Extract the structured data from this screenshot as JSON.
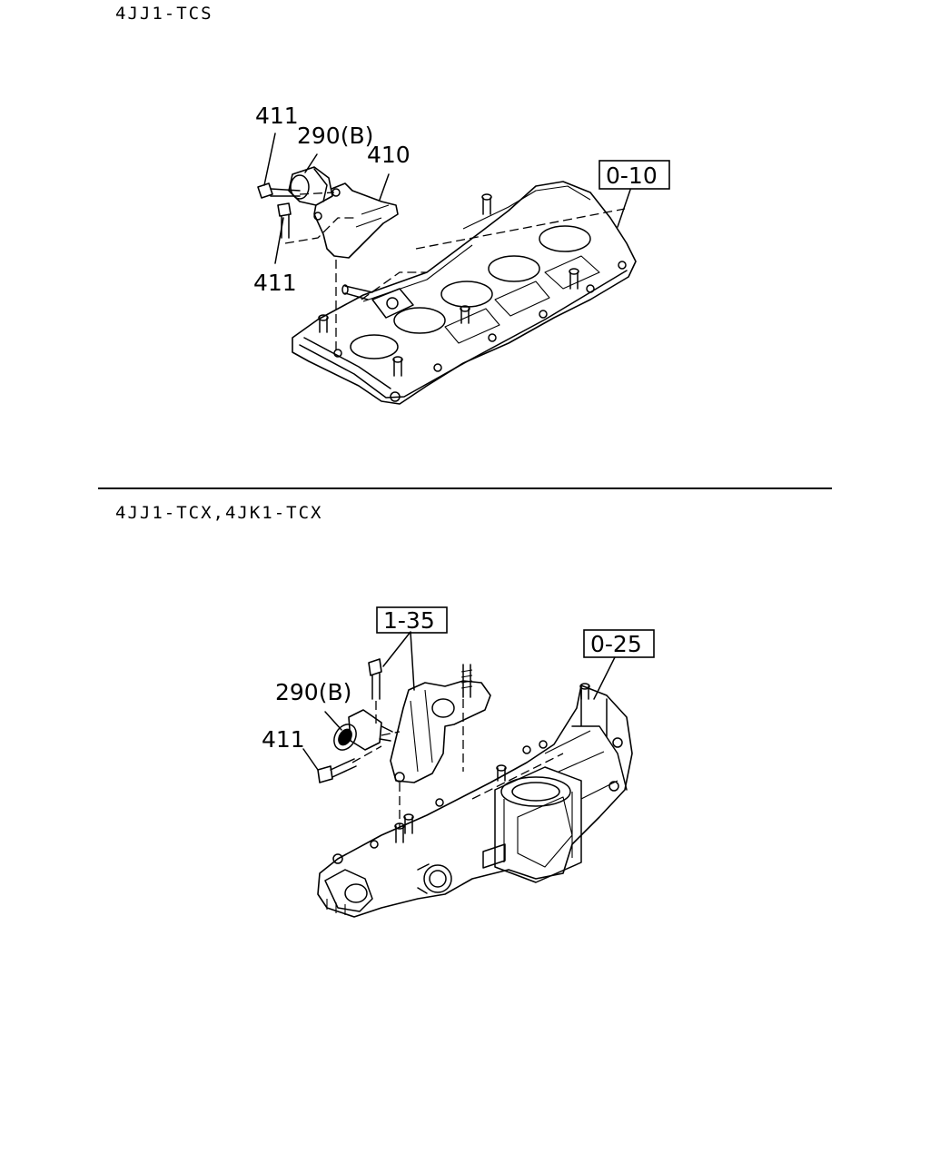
{
  "sections": [
    {
      "title": "4JJ1-TCS",
      "labels": {
        "bolt_a": "411",
        "sensor": "290(B)",
        "bracket": "410",
        "bolt_b": "411",
        "ref": "0-10"
      }
    },
    {
      "title": "4JJ1-TCX,4JK1-TCX",
      "labels": {
        "ref_bracket": "1-35",
        "ref_manifold": "0-25",
        "sensor": "290(B)",
        "bolt": "411"
      }
    }
  ]
}
